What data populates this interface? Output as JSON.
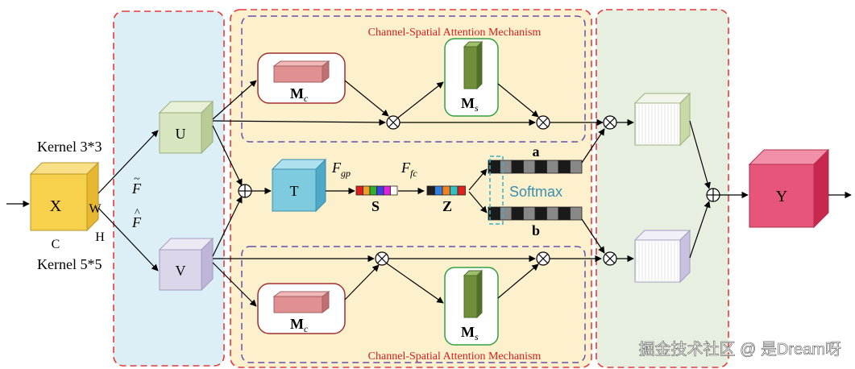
{
  "labels": {
    "x": "X",
    "w": "W",
    "h": "H",
    "c": "C",
    "kernel3": "Kernel 3*3",
    "kernel5": "Kernel 5*5",
    "f_tilde": "F",
    "f_hat": "F",
    "u": "U",
    "v": "V",
    "t": "T",
    "f_gp_main": "F",
    "f_gp_sub": "gp",
    "f_fc_main": "F",
    "f_fc_sub": "fc",
    "s": "S",
    "z": "Z",
    "a": "a",
    "b": "b",
    "softmax": "Softmax",
    "y": "Y",
    "mc_main": "M",
    "mc_sub": "c",
    "ms_main": "M",
    "ms_sub": "s",
    "csam_top": "Channel-Spatial Attention Mechanism",
    "csam_bottom": "Channel-Spatial Attention Mechanism"
  },
  "watermark": "掘金技术社区 @ 是Dream呀",
  "colors": {
    "panel_blue": "#dceef6",
    "panel_yellow": "#fdf0cc",
    "panel_green": "#e7efe0",
    "dashed_red": "#e43a3a",
    "dashed_purple": "#6a4fb0",
    "cube_x": "#f7d04c",
    "cube_u": "#d8e6c0",
    "cube_v": "#dcd6ea",
    "cube_t": "#7ecbe0",
    "cube_y": "#e8557a",
    "mc_fill": "#e09090",
    "ms_fill": "#6f8f3a",
    "softmax_text": "#3a8fb0"
  },
  "vector_s_colors": [
    "#e02020",
    "#f0a020",
    "#30b030",
    "#4040e0",
    "#e020e0",
    "#ffffff"
  ],
  "vector_z_colors": [
    "#202020",
    "#3080e0",
    "#f08020",
    "#30c0c0",
    "#e02020"
  ],
  "vector_ab_pattern": [
    "#1a1a1a",
    "#888888",
    "#1a1a1a",
    "#888888",
    "#1a1a1a",
    "#888888",
    "#1a1a1a",
    "#888888"
  ]
}
